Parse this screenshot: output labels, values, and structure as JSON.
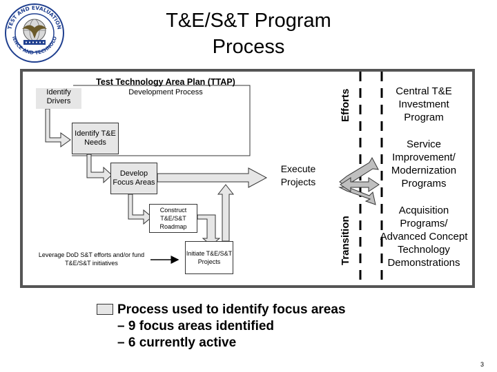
{
  "header": {
    "title_line1": "T&E/S&T Program",
    "title_line2": "Process"
  },
  "seal": {
    "text_top": "TEST AND EVALUATION",
    "text_bottom": "SCIENCE AND TECHNOLOGY"
  },
  "ttap": {
    "title": "Test Technology Area Plan (TTAP)",
    "subtitle": "Development Process",
    "identify_drivers": "Identify Drivers",
    "identify_needs": "Identify T&E Needs",
    "develop_focus": "Develop Focus Areas",
    "construct_roadmap": "Construct T&E/S&T Roadmap",
    "initiate_projects": "Initiate T&E/S&T Projects",
    "leverage": "Leverage DoD S&T efforts and/or fund T&E/S&T initiatives",
    "execute_projects": "Execute Projects"
  },
  "labels": {
    "efforts": "Efforts",
    "transition": "Transition"
  },
  "right_column": {
    "item1": "Central T&E Investment Program",
    "item2": "Service Improvement/ Modernization Programs",
    "item3": "Acquisition Programs/ Advanced Concept Technology Demonstrations"
  },
  "bullets": {
    "main": "Process used to identify focus areas",
    "sub1": "– 9 focus areas identified",
    "sub2": "– 6 currently active"
  },
  "page_number": "3",
  "colors": {
    "box_fill": "#e6e6e6",
    "frame": "#555555",
    "seal_blue": "#1f3f8f"
  }
}
